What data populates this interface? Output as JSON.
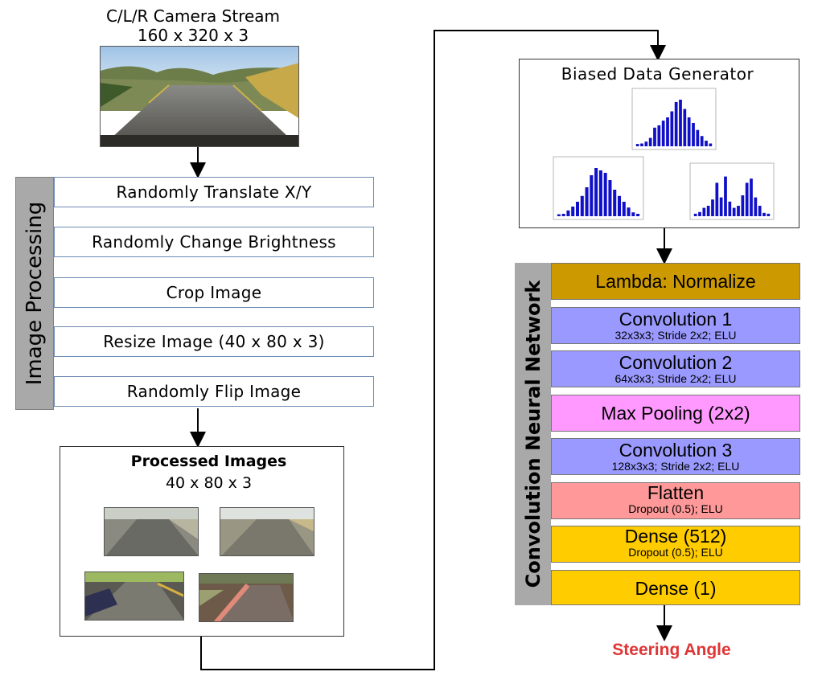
{
  "camera": {
    "title_line1": "C/L/R Camera Stream",
    "title_line2": "160 x 320 x 3"
  },
  "image_processing": {
    "label": "Image Processing",
    "steps": [
      "Randomly Translate  X/Y",
      "Randomly Change Brightness",
      "Crop Image",
      "Resize Image (40 x 80 x 3)",
      "Randomly Flip Image"
    ]
  },
  "processed": {
    "title": "Processed Images",
    "subtitle": "40 x 80 x 3"
  },
  "generator": {
    "title": "Biased Data Generator",
    "histograms": [
      {
        "bars": [
          0.05,
          0.06,
          0.1,
          0.18,
          0.4,
          0.45,
          0.55,
          0.62,
          0.75,
          0.95,
          1.0,
          0.8,
          0.62,
          0.5,
          0.35,
          0.22,
          0.12,
          0.06
        ]
      },
      {
        "bars": [
          0.04,
          0.05,
          0.12,
          0.2,
          0.3,
          0.42,
          0.6,
          0.85,
          1.0,
          0.95,
          0.9,
          0.75,
          0.55,
          0.42,
          0.3,
          0.18,
          0.08,
          0.05
        ]
      },
      {
        "bars": [
          0.06,
          0.1,
          0.2,
          0.25,
          0.4,
          0.8,
          0.45,
          0.95,
          0.35,
          0.2,
          0.25,
          0.5,
          0.8,
          0.9,
          0.45,
          0.25,
          0.08,
          0.06
        ]
      }
    ]
  },
  "cnn": {
    "label": "Convolution Neural Network",
    "layers": [
      {
        "main": "Lambda: Normalize",
        "sub": "",
        "color": "#cc9900"
      },
      {
        "main": "Convolution 1",
        "sub": "32x3x3; Stride 2x2; ELU",
        "color": "#9999ff"
      },
      {
        "main": "Convolution 2",
        "sub": "64x3x3; Stride 2x2; ELU",
        "color": "#9999ff"
      },
      {
        "main": "Max Pooling (2x2)",
        "sub": "",
        "color": "#ff99ff"
      },
      {
        "main": "Convolution 3",
        "sub": "128x3x3; Stride 2x2; ELU",
        "color": "#9999ff"
      },
      {
        "main": "Flatten",
        "sub": "Dropout (0.5); ELU",
        "color": "#ff9999"
      },
      {
        "main": "Dense (512)",
        "sub": "Dropout (0.5); ELU",
        "color": "#ffcc00"
      },
      {
        "main": "Dense (1)",
        "sub": "",
        "color": "#ffcc00"
      }
    ]
  },
  "output": {
    "label": "Steering Angle",
    "color": "#e03535"
  }
}
